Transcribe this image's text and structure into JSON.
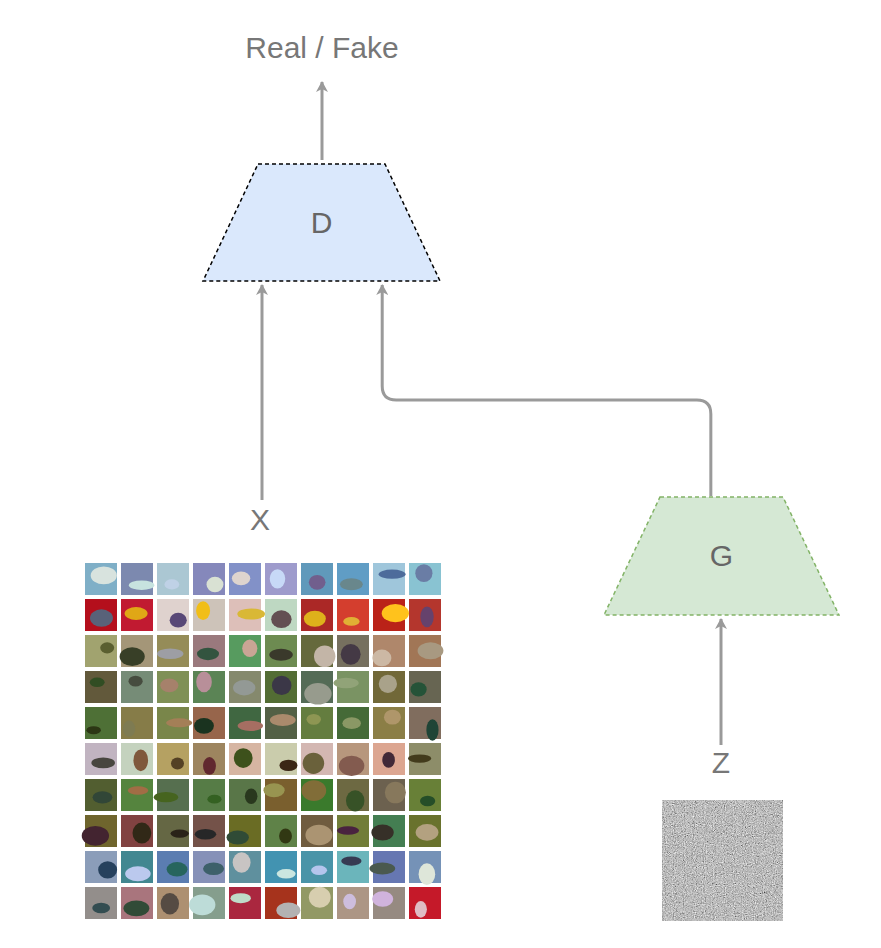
{
  "diagram": {
    "nodes": [
      {
        "text": [
          "D"
        ]
      },
      {
        "text": [
          "G"
        ]
      }
    ],
    "edges": [
      {
        "from": 1,
        "to": 0,
        "arrow": "to"
      }
    ],
    "labels": [
      "Real / Fake",
      "X",
      "Z"
    ]
  }
}
